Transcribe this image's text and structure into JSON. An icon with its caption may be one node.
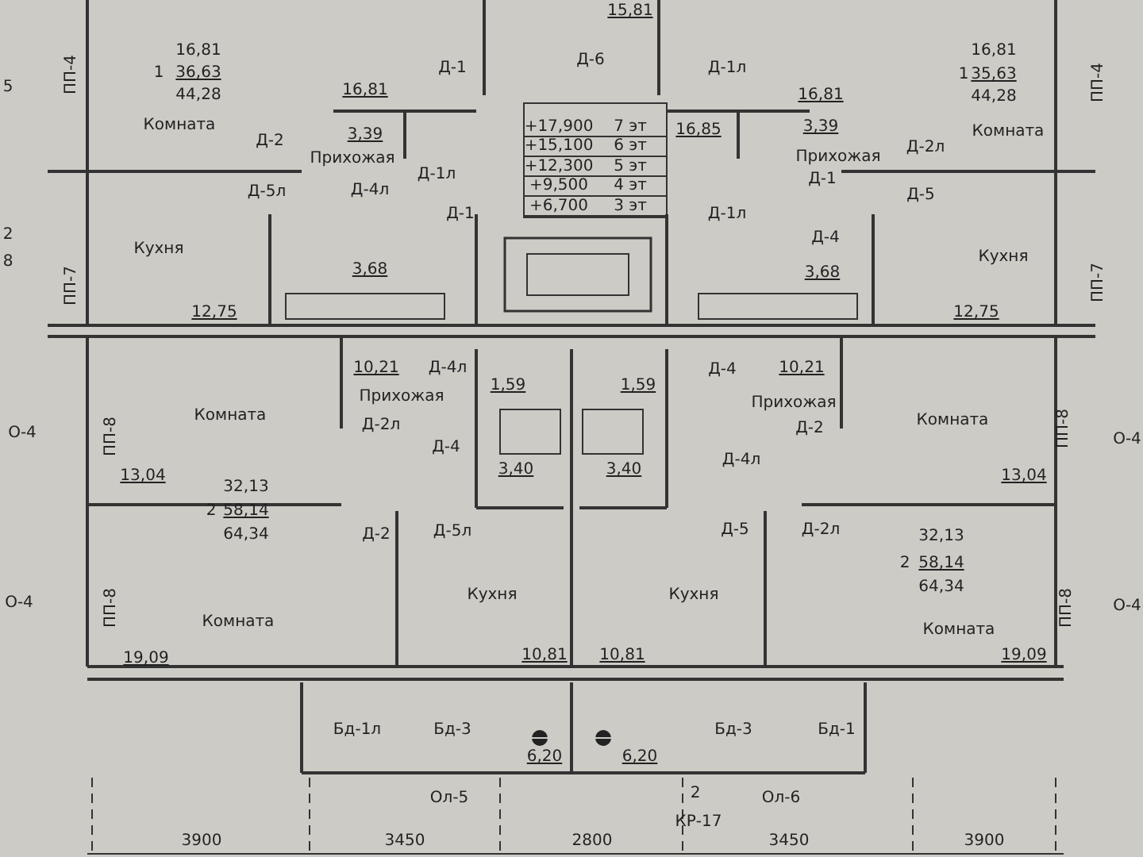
{
  "diagram": {
    "labels": [
      "5",
      "ПП-4",
      "1",
      "16,81",
      "36,63",
      "44,28",
      "Д-1",
      "Д-6",
      "15,81",
      "Д-1л",
      "1",
      "16,81",
      "35,63",
      "44,28",
      "ПП-4",
      "16,81",
      "16,85",
      "16,81",
      "+17,900",
      "7 эт",
      "+15,100",
      "6 эт",
      "+12,300",
      "5 эт",
      "+9,500",
      "4 эт",
      "+6,700",
      "3 эт",
      "Комната",
      "Комната",
      "Д-2",
      "3,39",
      "Прихожая",
      "3,39",
      "Прихожая",
      "Д-2л",
      "Д-5л",
      "Д-4л",
      "Д-1л",
      "Д-1",
      "Д-5",
      "Д-1",
      "Д-1л",
      "2",
      "8",
      "Д-4",
      "Кухня",
      "Кухня",
      "3,68",
      "3,68",
      "ПП-7",
      "ПП-7",
      "12,75",
      "12,75",
      "10,21",
      "Д-4л",
      "Д-4",
      "10,21",
      "1,59",
      "1,59",
      "Прихожая",
      "Прихожая",
      "О-4",
      "ПП-8",
      "Комната",
      "Д-2л",
      "Д-2",
      "Комната",
      "ПП-8",
      "О-4",
      "Д-4",
      "Д-4л",
      "3,40",
      "3,40",
      "13,04",
      "13,04",
      "32,13",
      "2",
      "58,14",
      "64,34",
      "Д-2",
      "Д-5л",
      "Д-5",
      "Д-2л",
      "32,13",
      "2",
      "58,14",
      "64,34",
      "О-4",
      "ПП-8",
      "Кухня",
      "Кухня",
      "ПП-8",
      "О-4",
      "Комната",
      "Комната",
      "19,09",
      "10,81",
      "10,81",
      "19,09",
      "Бд-1л",
      "Бд-3",
      "Бд-3",
      "Бд-1",
      "6,20",
      "6,20",
      "2",
      "Ол-5",
      "Ол-6",
      "КР-17",
      "3900",
      "3450",
      "2800",
      "3450",
      "3900"
    ]
  }
}
